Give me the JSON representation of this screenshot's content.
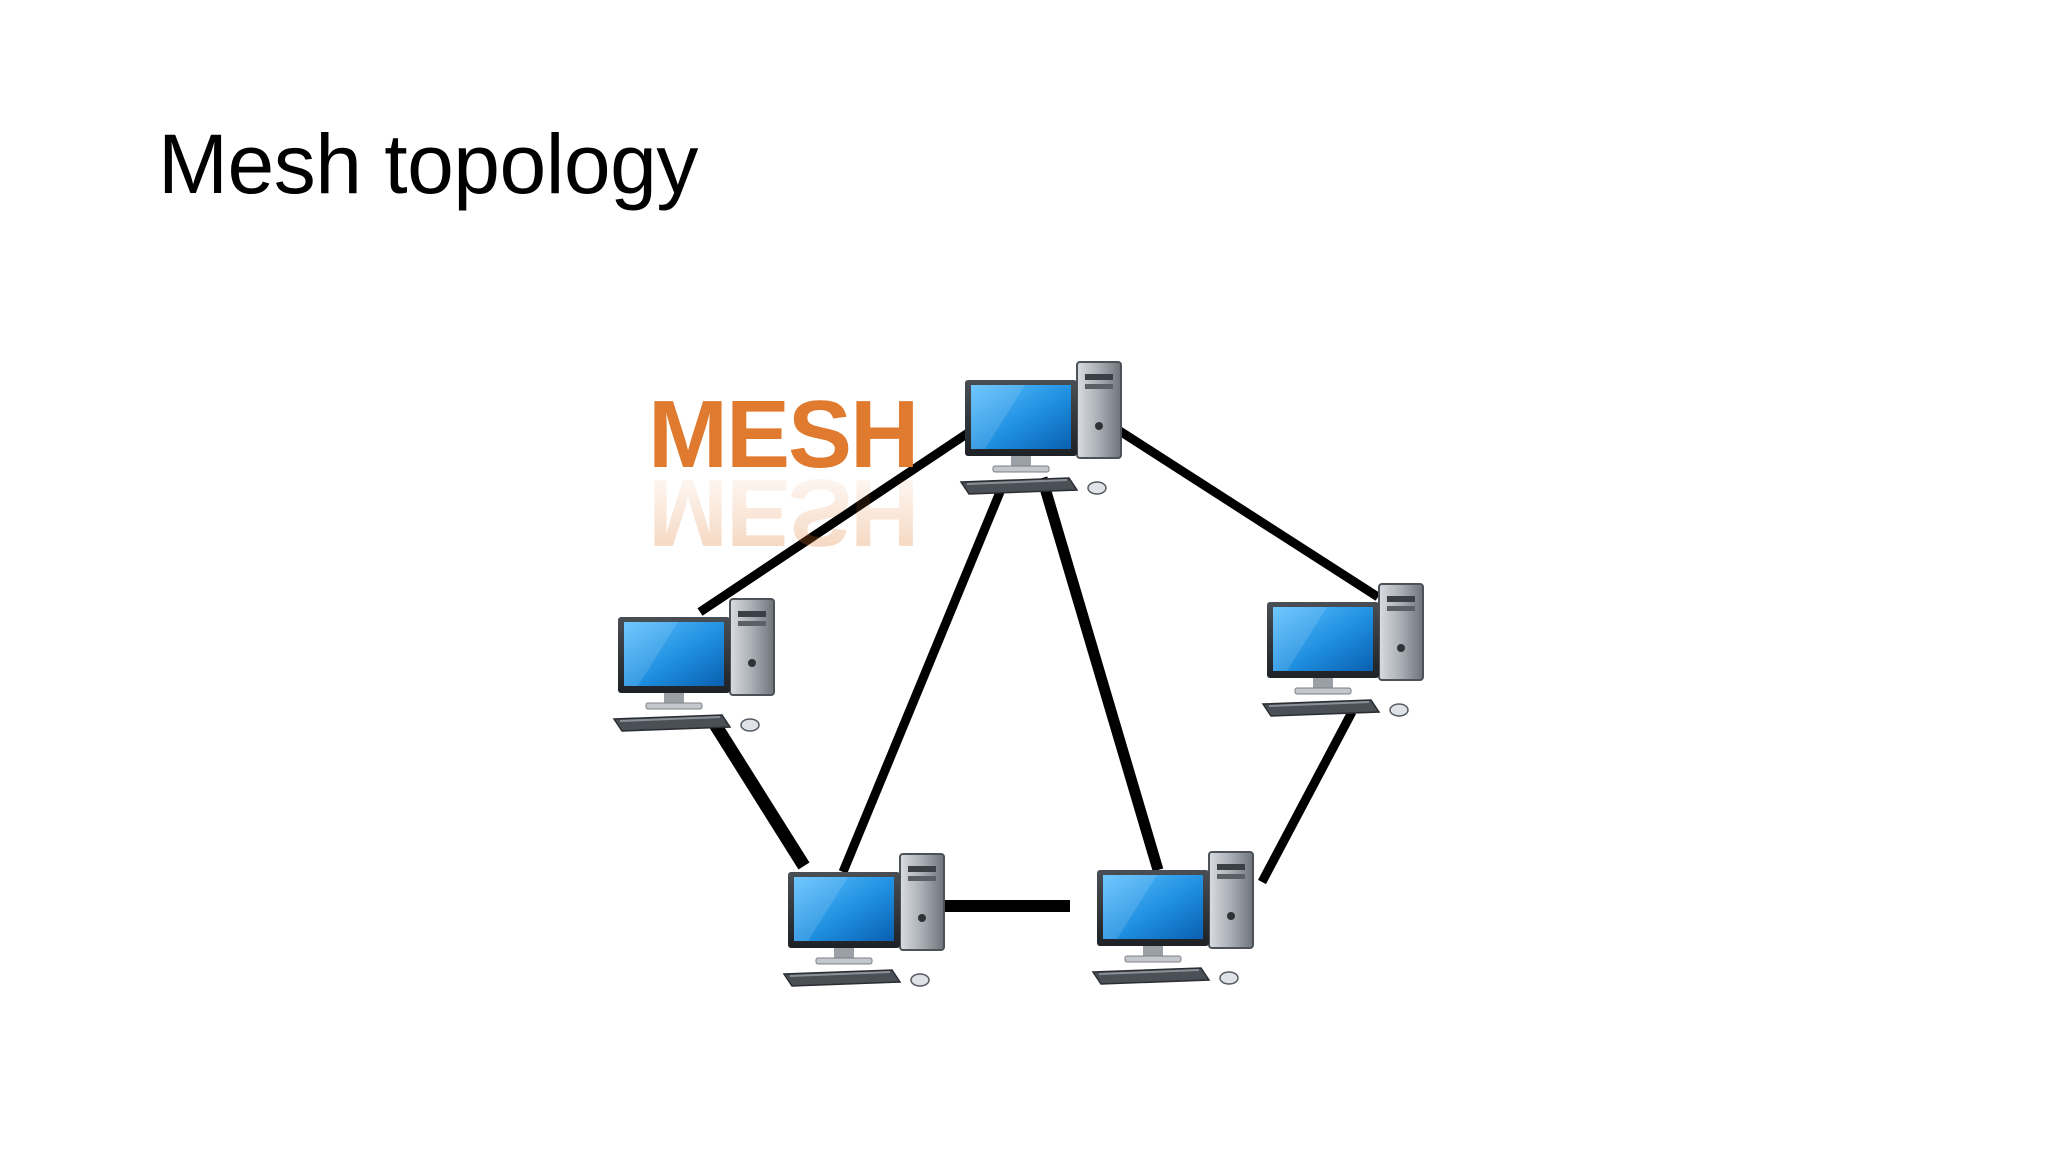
{
  "slide": {
    "title": "Mesh topology"
  },
  "diagram": {
    "label": "MESH",
    "label_color": "#e07a2e",
    "monitor_color": "#1f8fe0",
    "link_color": "#000000",
    "nodes": [
      {
        "id": "top"
      },
      {
        "id": "left"
      },
      {
        "id": "right"
      },
      {
        "id": "bottom-left"
      },
      {
        "id": "bottom-right"
      }
    ],
    "links": [
      {
        "from": "top",
        "to": "left"
      },
      {
        "from": "top",
        "to": "right"
      },
      {
        "from": "top",
        "to": "bottom-left"
      },
      {
        "from": "top",
        "to": "bottom-right"
      },
      {
        "from": "left",
        "to": "bottom-left"
      },
      {
        "from": "right",
        "to": "bottom-right"
      },
      {
        "from": "bottom-left",
        "to": "bottom-right"
      }
    ]
  }
}
